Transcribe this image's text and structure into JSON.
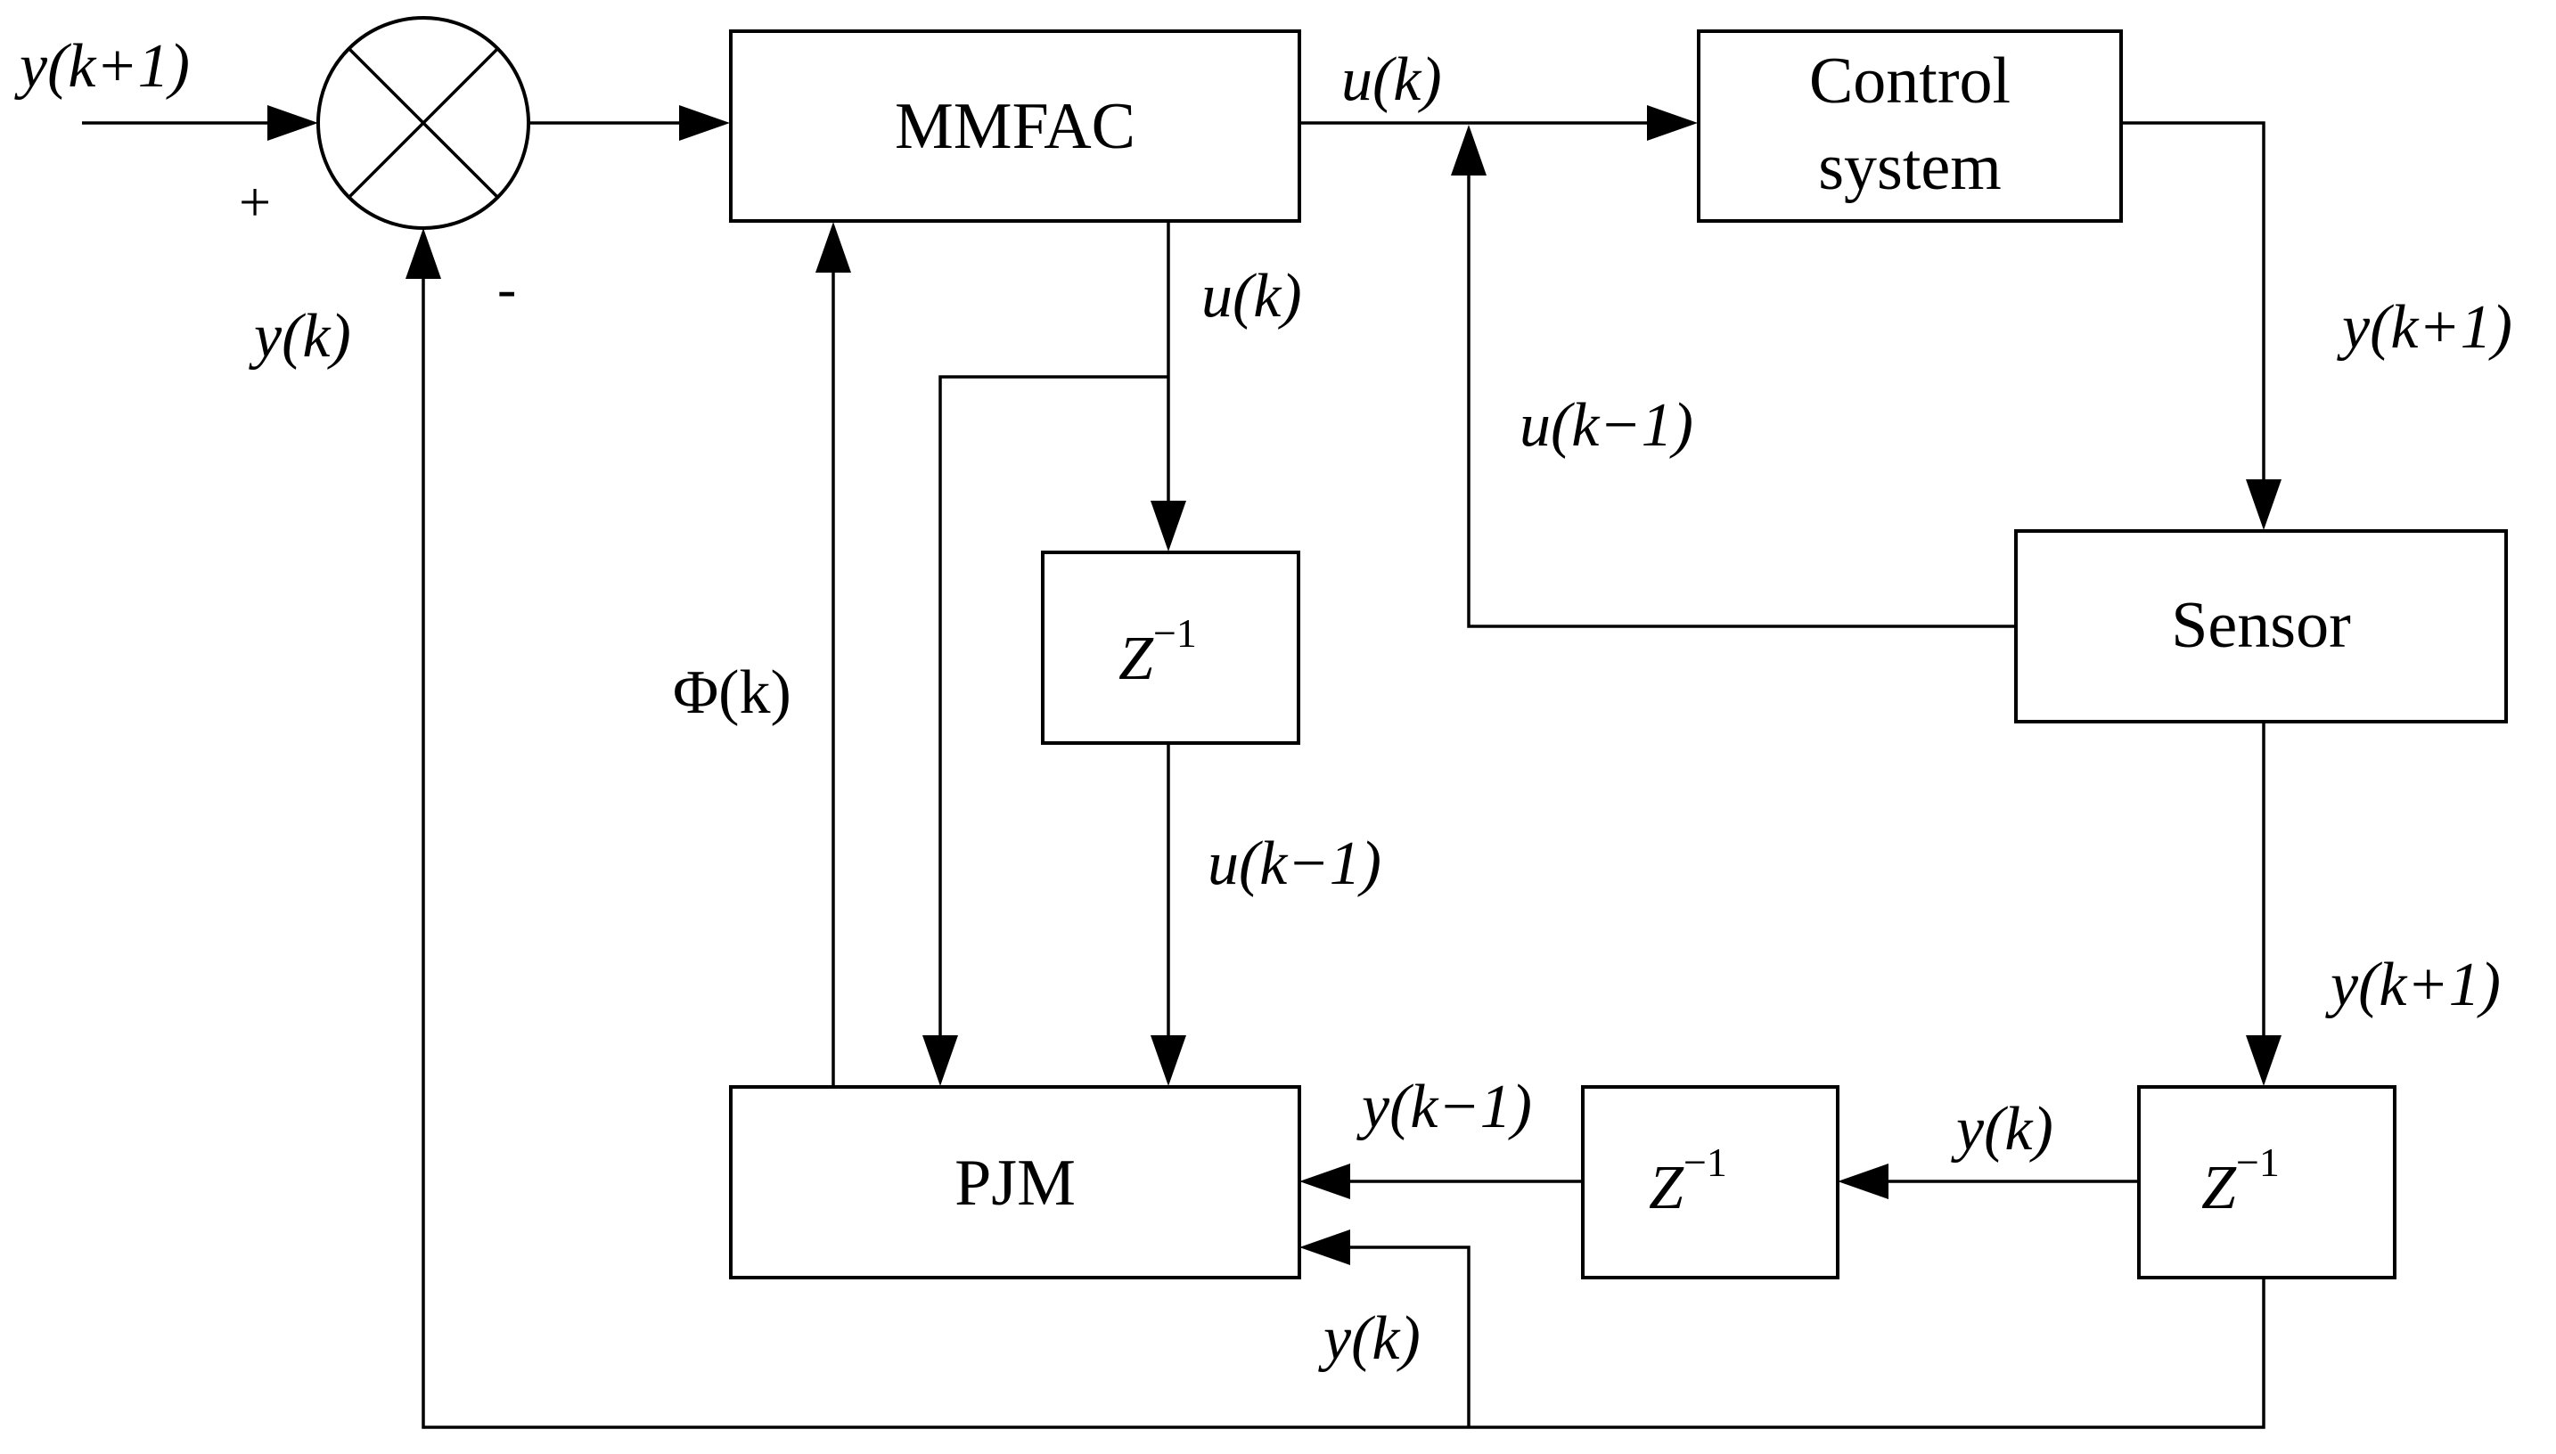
{
  "blocks": {
    "mmfac": "MMFAC",
    "control_line1": "Control",
    "control_line2": "system",
    "sensor": "Sensor",
    "pjm": "PJM",
    "delay": "Z",
    "delay_exp": "−1"
  },
  "summing": {
    "plus": "+",
    "minus": "-"
  },
  "signals": {
    "input": "y(k+1)",
    "feedback": "y(k)",
    "mmfac_out": "u(k)",
    "u_to_delay": "u(k)",
    "sensor_to_u": "u(k−1)",
    "phi": "Φ(k)",
    "delay_out_u": "u(k−1)",
    "control_out": "y(k+1)",
    "sensor_out": "y(k+1)",
    "z2_to_z3": "y(k)",
    "z3_to_pjm": "y(k−1)",
    "y_to_pjm": "y(k)"
  }
}
